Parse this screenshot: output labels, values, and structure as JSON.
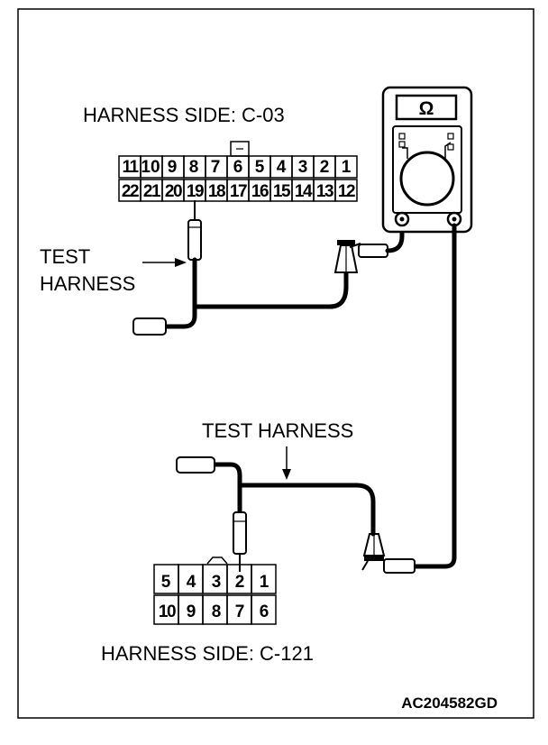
{
  "figure_id": "AC204582GD",
  "connector_top": {
    "label": "HARNESS SIDE: C-03",
    "row_top": [
      "11",
      "10",
      "9",
      "8",
      "7",
      "6",
      "5",
      "4",
      "3",
      "2",
      "1"
    ],
    "row_bottom": [
      "22",
      "21",
      "20",
      "19",
      "18",
      "17",
      "16",
      "15",
      "14",
      "13",
      "12"
    ]
  },
  "connector_bottom": {
    "label": "HARNESS SIDE: C-121",
    "row_top": [
      "5",
      "4",
      "3",
      "2",
      "1"
    ],
    "row_bottom": [
      "10",
      "9",
      "8",
      "7",
      "6"
    ]
  },
  "test_harness_left": {
    "line1": "TEST",
    "line2": "HARNESS"
  },
  "test_harness_bottom": {
    "label": "TEST HARNESS"
  },
  "meter": {
    "symbol": "Ω",
    "icon": "ohmmeter-icon"
  }
}
